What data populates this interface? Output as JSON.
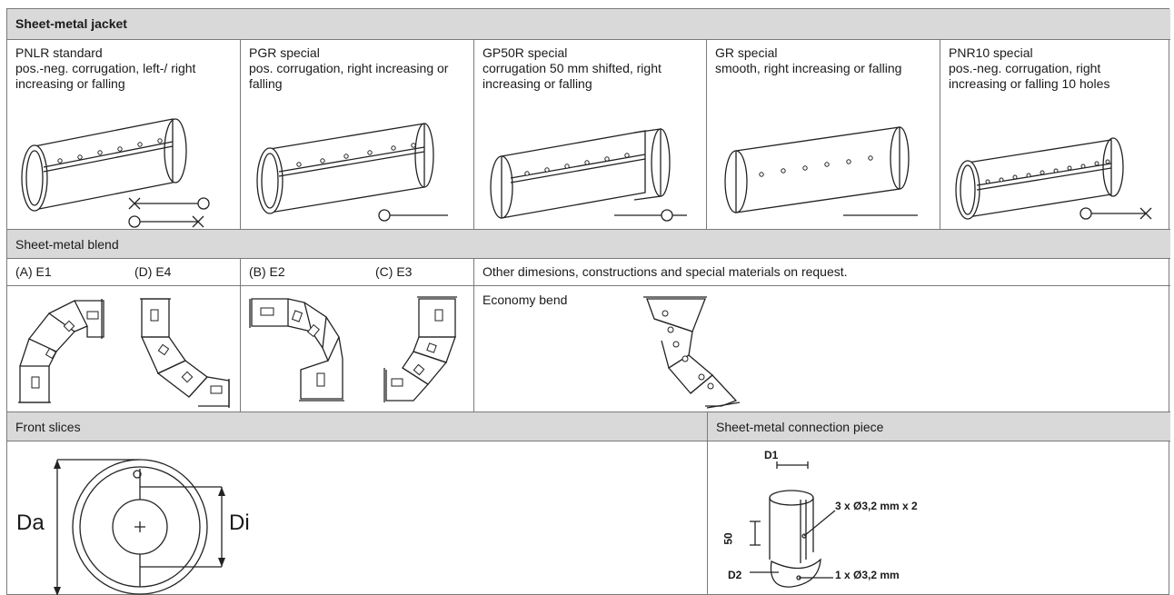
{
  "jacket": {
    "header": "Sheet-metal jacket",
    "types": [
      {
        "title": "PNLR standard",
        "desc": "pos.-neg. corrugation, left-/ right increasing or falling"
      },
      {
        "title": "PGR special",
        "desc": "pos. corrugation, right increasing or falling"
      },
      {
        "title": "GP50R special",
        "desc": "corrugation 50 mm shifted, right increasing or falling"
      },
      {
        "title": "GR special",
        "desc": "smooth, right increasing or falling"
      },
      {
        "title": "PNR10 special",
        "desc": "pos.-neg. corrugation, right increasing or falling 10 holes"
      }
    ]
  },
  "blend": {
    "header": "Sheet-metal blend",
    "labels": [
      "(A) E1",
      "(D) E4",
      "(B) E2",
      "(C) E3"
    ],
    "note": "Other dimesions, constructions and special materials on request.",
    "economy": "Economy bend"
  },
  "front": {
    "header": "Front slices",
    "da": "Da",
    "di": "Di"
  },
  "connection": {
    "header": "Sheet-metal connection piece",
    "d1": "D1",
    "d2": "D2",
    "h": "50",
    "holes1": "3 x Ø3,2 mm x 2",
    "holes2": "1 x Ø3,2 mm"
  }
}
